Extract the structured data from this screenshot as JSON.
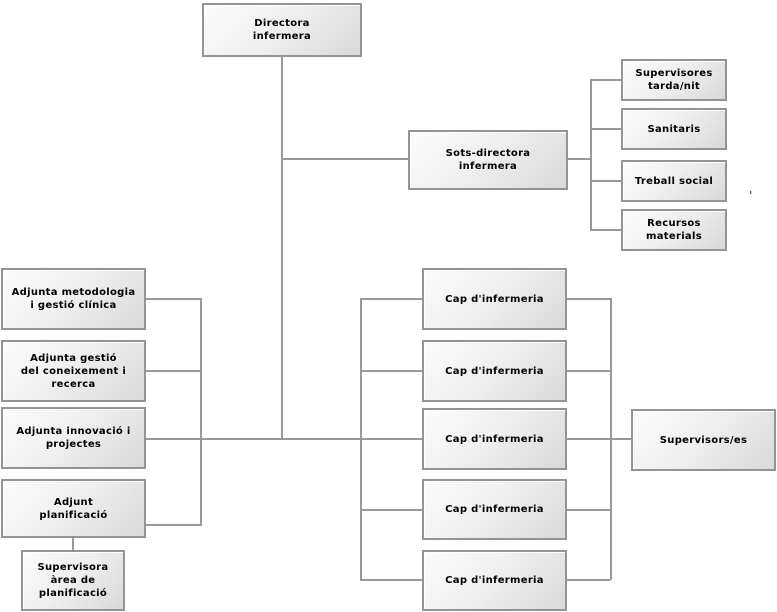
{
  "org": {
    "root": {
      "label": "Directora\ninfermera"
    },
    "deputy": {
      "label": "Sots-directora\ninfermera"
    },
    "deputy_children": [
      {
        "label": "Supervisores\ntarda/nit"
      },
      {
        "label": "Sanitaris"
      },
      {
        "label": "Treball social"
      },
      {
        "label": "Recursos\nmaterials"
      }
    ],
    "staff_left": [
      {
        "label": "Adjunta metodologia\ni gestió clínica"
      },
      {
        "label": "Adjunta gestió\ndel coneixement i\nrecerca"
      },
      {
        "label": "Adjunta innovació i\nprojectes"
      },
      {
        "label": "Adjunt\nplanificació"
      }
    ],
    "planning_supervisor": {
      "label": "Supervisora\nàrea de\nplanificació"
    },
    "nursing_heads": [
      {
        "label": "Cap d'infermeria"
      },
      {
        "label": "Cap d'infermeria"
      },
      {
        "label": "Cap d'infermeria"
      },
      {
        "label": "Cap d'infermeria"
      },
      {
        "label": "Cap d'infermeria"
      }
    ],
    "supervisors": {
      "label": "Supervisors/es"
    },
    "stray_mark": "'"
  },
  "colors": {
    "box_border": "#949494",
    "box_fill_light": "#fcfcfc",
    "box_fill_dark": "#d9d9d9",
    "connector_line": "#999999",
    "text": "#000000",
    "background": "#ffffff"
  }
}
